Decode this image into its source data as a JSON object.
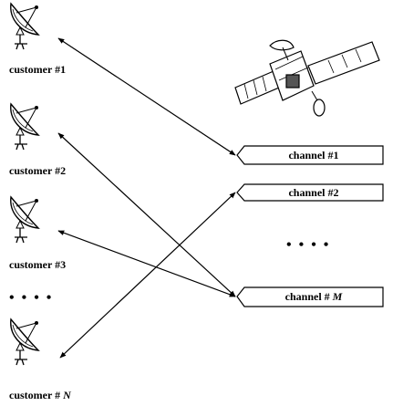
{
  "customers": [
    {
      "label": "customer #1"
    },
    {
      "label": "customer #2"
    },
    {
      "label": "customer #3"
    },
    {
      "label_prefix": "customer # ",
      "label_var": "N"
    }
  ],
  "channels": [
    {
      "label": "channel #1"
    },
    {
      "label": "channel #2"
    },
    {
      "label_prefix": "channel # ",
      "label_var": "M"
    }
  ],
  "ellipsis": "• • • •"
}
